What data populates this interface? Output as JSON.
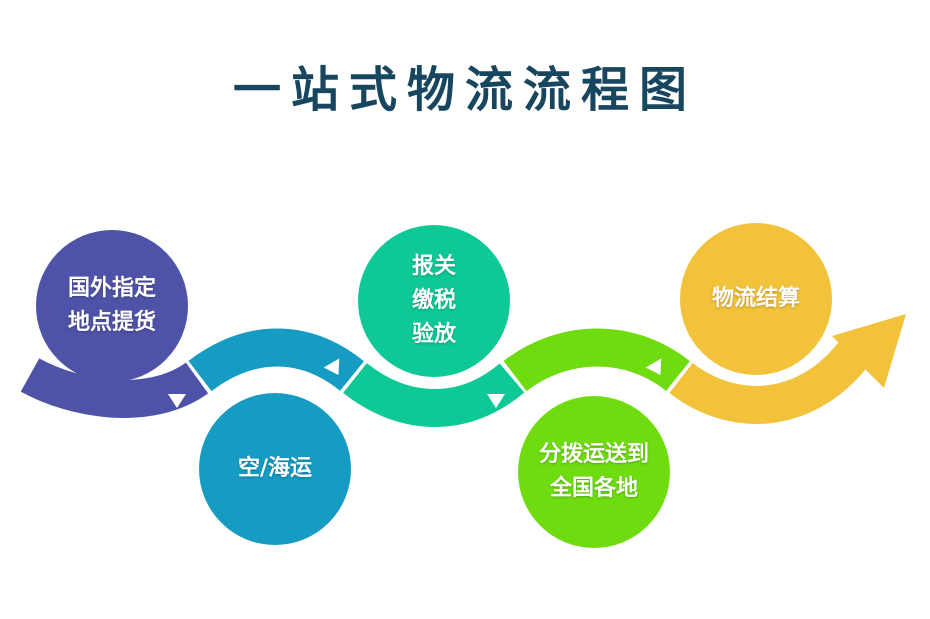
{
  "title": "一站式物流流程图",
  "steps": [
    {
      "lines": [
        "国外指定",
        "地点提货"
      ],
      "color": "#4f53a8"
    },
    {
      "lines": [
        "空/海运"
      ],
      "color": "#169bc3"
    },
    {
      "lines": [
        "报关",
        "缴税",
        "验放"
      ],
      "color": "#0ec896"
    },
    {
      "lines": [
        "分拨运送到",
        "全国各地"
      ],
      "color": "#6fdc10"
    },
    {
      "lines": [
        "物流结算"
      ],
      "color": "#f2c23a"
    }
  ],
  "colors": {
    "title": "#17465e",
    "segment_1": "#4f53a8",
    "segment_2": "#169bc3",
    "segment_3": "#0ec896",
    "segment_4": "#6fdc10",
    "segment_5": "#f2c23a"
  }
}
